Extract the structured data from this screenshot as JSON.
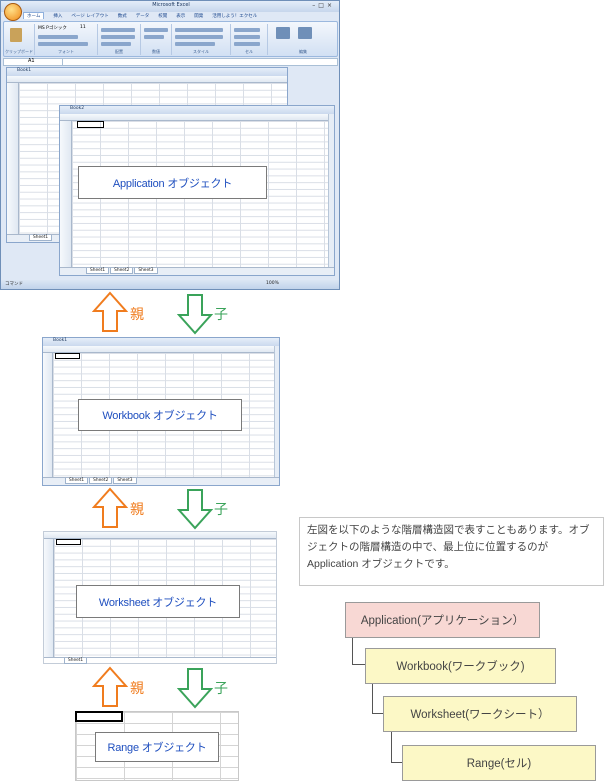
{
  "excel": {
    "title": "Microsoft Excel",
    "ribbon_tabs": [
      "ホーム",
      "挿入",
      "ページ レイアウト",
      "数式",
      "データ",
      "校閲",
      "表示",
      "開発",
      "活用しよう！エクセル"
    ],
    "ribbon_groups": [
      "クリップボード",
      "フォント",
      "配置",
      "数値",
      "スタイル",
      "セル",
      "編集"
    ],
    "font_name": "MS Pゴシック",
    "font_size": "11",
    "name_box": "A1",
    "status": "コマンド",
    "zoom": "100%",
    "book1_title": "Book1",
    "book2_title": "Book2",
    "sheet_tabs_short": [
      "Sheet1"
    ],
    "sheet_tabs": [
      "Sheet1",
      "Sheet2",
      "Sheet3"
    ]
  },
  "workbook_window": {
    "title": "Book1",
    "sheet_tabs": [
      "Sheet1",
      "Sheet2",
      "Sheet3"
    ]
  },
  "worksheet_window": {
    "sheet_tab": "Sheet1"
  },
  "labels": {
    "application": "Application オブジェクト",
    "workbook": "Workbook オブジェクト",
    "worksheet": "Worksheet オブジェクト",
    "range": "Range オブジェクト"
  },
  "relations": {
    "parent": "親",
    "child": "子"
  },
  "colors": {
    "parent_arrow": "#f07c1e",
    "child_arrow": "#3aa35a",
    "label_text": "#1f4fbf",
    "application_box": "#f8d8d4",
    "level_box": "#fcf8c6"
  },
  "description": "左図を以下のような階層構造図で表すこともあります。オブジェクトの階層構造の中で、最上位に位置するのが Application オブジェクトです。",
  "hierarchy": [
    {
      "label": "Application(アプリケーション）"
    },
    {
      "label": "Workbook(ワークブック)"
    },
    {
      "label": "Worksheet(ワークシート）"
    },
    {
      "label": "Range(セル)"
    }
  ]
}
